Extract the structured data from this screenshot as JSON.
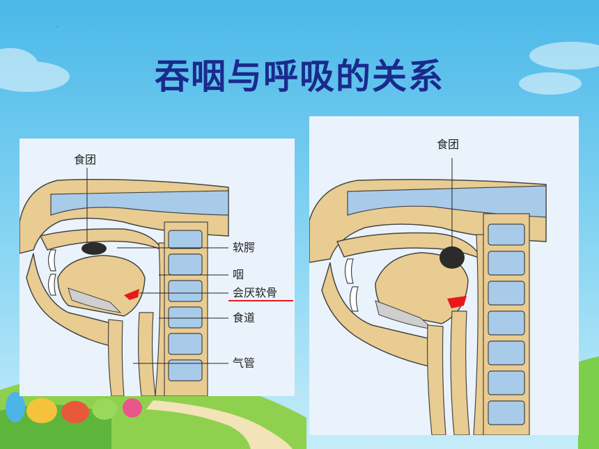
{
  "slide": {
    "title": "吞咽与呼吸的关系"
  },
  "left_diagram": {
    "labels": {
      "bolus": "食团",
      "soft_palate": "软腭",
      "pharynx": "咽",
      "epiglottis": "会厌软骨",
      "esophagus": "食道",
      "trachea": "气管"
    }
  },
  "right_diagram": {
    "labels": {
      "bolus": "食团"
    }
  },
  "colors": {
    "title": "#1a2a8c",
    "sky": "#5fc4ea",
    "grass": "#8fd14f",
    "panel_bg": "#eaf3fb",
    "tissue": "#e9cc92",
    "cavity": "#a9cbea",
    "epiglottis": "#e8181c",
    "bolus": "#2b2b2b"
  }
}
